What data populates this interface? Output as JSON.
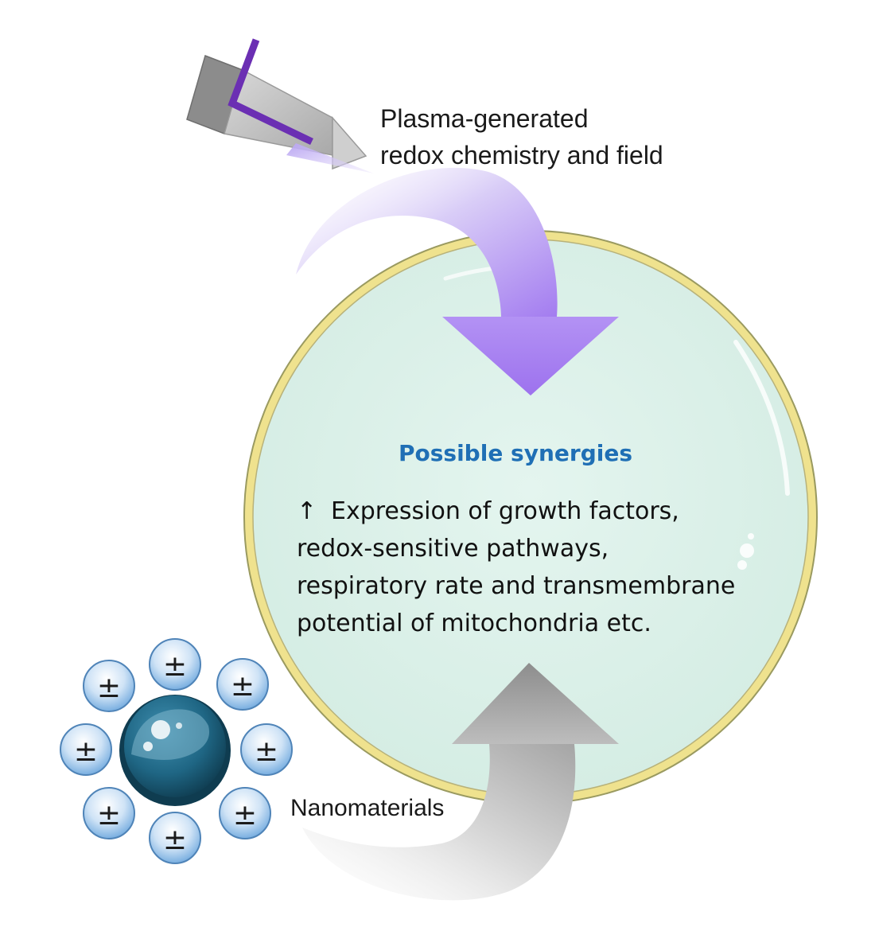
{
  "diagram": {
    "top_input": {
      "line1": "Plasma-generated",
      "line2": "redox chemistry and field"
    },
    "bottom_input": {
      "label": "Nanomaterials",
      "ion_symbol": "±"
    },
    "center": {
      "heading": "Possible synergies",
      "arrow_symbol": "↑",
      "line1": "Expression of growth factors,",
      "line2": "redox-sensitive pathways,",
      "line3": "respiratory rate and transmembrane",
      "line4": "potential of mitochondria etc."
    },
    "colors": {
      "cell_fill": "#dff2ec",
      "cell_border": "#efe28e",
      "heading": "#1f6fb5",
      "plasma_arrow": "#a37cf0",
      "nano_arrow": "#9b9b9b",
      "plasma_electrode": "#6b2fb3",
      "nanoparticle_core": "#1e5f79",
      "ion_fill": "#9cc7ec"
    },
    "icons": [
      "plasma-jet-icon",
      "nanoparticle-icon",
      "ion-icon",
      "cell-icon"
    ]
  }
}
